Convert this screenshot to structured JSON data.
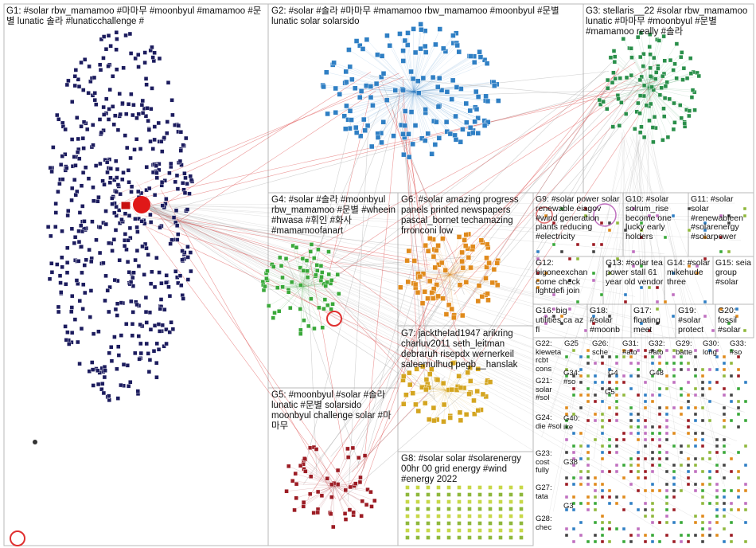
{
  "groups": [
    {
      "id": "G1",
      "label": "G1: #solar rbw_mamamoo #마마무 #moonbyul #mamamoo #문별 lunatic 솔라 #lunaticchallenge #"
    },
    {
      "id": "G2",
      "label": "G2: #solar #솔라 #마마무 #mamamoo rbw_mamamoo #moonbyul #문별 lunatic solar solarsido"
    },
    {
      "id": "G3",
      "label": "G3: stellaris__22 #solar rbw_mamamoo lunatic #마마무 #moonbyul #문별 #mamamoo really #솔라"
    },
    {
      "id": "G4",
      "label": "G4: #solar #솔라 #moonbyul rbw_mamamoo #문별 #wheein #hwasa #휘인 #화사 #mamamoofanart"
    },
    {
      "id": "G5",
      "label": "G5: #moonbyul #solar #솔라 lunatic #문별 solarsido moonbyul challenge solar #마마무"
    },
    {
      "id": "G6",
      "label": "G6: #solar amazing progress panels printed newspapers pascal_bornet techamazing frronconi low"
    },
    {
      "id": "G7",
      "label": "G7: jacktheIad1947 arikring charluv2011 seth_leitman debraruh risepdx wernerkeil saleemulhuq pegb__hanslak"
    },
    {
      "id": "G8",
      "label": "G8: #solar solar #solarenergy 00hr 00 grid energy #wind #energy 2022"
    },
    {
      "id": "G9",
      "label": "G9: #solar power solar renewable eiagov #wind generation plants reducing #electricity"
    },
    {
      "id": "G10",
      "label": "G10: #solar solrum_rise become one lucky early holders"
    },
    {
      "id": "G11",
      "label": "G11: #solar solar #renewableen #solarenergy #solarpower"
    },
    {
      "id": "G12",
      "label": "G12: bigoneexchan come check lightdefi join"
    },
    {
      "id": "G13",
      "label": "G13: #solar tea power stall 61 year old vendor"
    },
    {
      "id": "G14",
      "label": "G14: #solar mikehude three"
    },
    {
      "id": "G15",
      "label": "G15: seia group #solar"
    },
    {
      "id": "G16",
      "label": "G16: big utilities ca az fl"
    },
    {
      "id": "G18",
      "label": "G18: #solar #moonb"
    },
    {
      "id": "G17",
      "label": "G17: floating meet"
    },
    {
      "id": "G19",
      "label": "G19: #solar protect"
    },
    {
      "id": "G20",
      "label": "G20: fossil #solar"
    },
    {
      "id": "G22",
      "label": "G22: kiewetarcbt cons"
    },
    {
      "id": "G25",
      "label": "G25"
    },
    {
      "id": "G26",
      "label": "G26: sche"
    },
    {
      "id": "G31",
      "label": "G31: #ato"
    },
    {
      "id": "G32",
      "label": "G32: #ato"
    },
    {
      "id": "G29",
      "label": "G29: batte"
    },
    {
      "id": "G30",
      "label": "G30: long"
    },
    {
      "id": "G33",
      "label": "G33: #so"
    },
    {
      "id": "G21",
      "label": "G21: solar #sol"
    },
    {
      "id": "G34",
      "label": "G34: #so"
    },
    {
      "id": "G24",
      "label": "G24: die #sol"
    },
    {
      "id": "G40",
      "label": "G40: ike"
    },
    {
      "id": "G23",
      "label": "G23: cost fully"
    },
    {
      "id": "G38",
      "label": "G38"
    },
    {
      "id": "G27",
      "label": "G27: tata"
    },
    {
      "id": "G28",
      "label": "G28: chec"
    },
    {
      "id": "G48",
      "label": "G48"
    },
    {
      "id": "G5x",
      "label": "G5"
    },
    {
      "id": "G4x",
      "label": "G4"
    },
    {
      "id": "G3x",
      "label": "G3"
    }
  ],
  "colors": {
    "g1": "#1c1c5e",
    "g2": "#2f7fc4",
    "g3": "#2a8f4a",
    "g4": "#3aa83a",
    "g5": "#9c1c24",
    "g6": "#e08a1c",
    "g7": "#d4a520",
    "g8": "#8fb83c",
    "edge_inter": "#d42020",
    "edge_gray": "#9a9a9a",
    "box": "#b8b8b8"
  }
}
